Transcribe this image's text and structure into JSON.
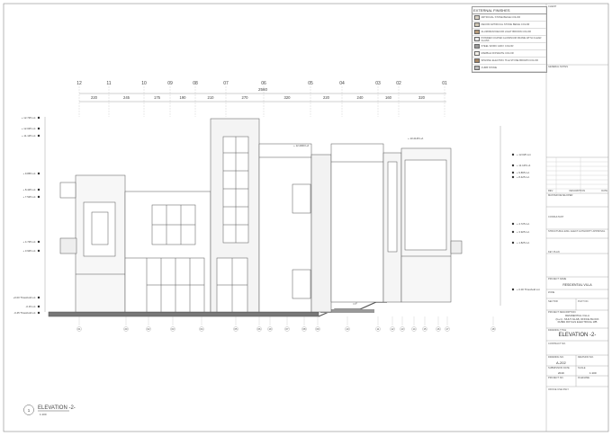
{
  "legend": {
    "title": "EXTERNAL FINISHES",
    "items": [
      {
        "label": "ARTIFICIAL STONE BEIGE COLOR",
        "color": "#d9d2c4"
      },
      {
        "label": "DECOR ARTIFICIAL STONE BEIGE COLOR",
        "color": "#cfc6b3"
      },
      {
        "label": "ALUMINIUM DECOR LIGHT BROWN COLOR",
        "color": "#b59a7a"
      },
      {
        "label": "POWDER COATED ALUMINIUM FRAME WITH CLEAR GLASS",
        "color": "#e8e8e8"
      },
      {
        "label": "STEEL WORK GRAY COLOR",
        "color": "#9a9a9a"
      },
      {
        "label": "MARBLE OFFWHITE COLOR",
        "color": "#f2efe8"
      },
      {
        "label": "SPANISH ELECTRIC TILE STONE BROWN COLOR",
        "color": "#a88866"
      },
      {
        "label": "CURB STONE",
        "color": "#bdbdbd"
      }
    ]
  },
  "title_block": {
    "client_label": "CLIENT",
    "general_notes_label": "GENERAL NOTES",
    "rev_headers": [
      "REV",
      "DESCRIPTION",
      "DATE"
    ],
    "master_plan_label": "MASTER DEVELOPER",
    "consultant_label": "CONSULTANT",
    "structural_label": "STRUCTURAL ENG. ELECT.",
    "approval_label": "AUTHORITY APPROVAL",
    "key_plan_label": "KEY PLAN",
    "project_name_label": "PROJECT NAME",
    "project_name": "RESIDENTIAL VILLA",
    "zone_label": "ZONE",
    "plot_label": "PLOT NO.",
    "sector_label": "SECTOR",
    "project_description_label": "PROJECT DESCRIPTION",
    "project_description": [
      "RESIDENTIAL VILLA",
      "(G+1) - MULTI-SLAB, OFFICE BLOCK",
      "DUBAI ROYALS ELECTRICAL WB"
    ],
    "drawing_title_label": "DRAWING TITLE",
    "drawing_title": "ELEVATION -2-",
    "contract_label": "CONTRACT NO.",
    "drawing_no_label": "DRAWING NO.",
    "drawing_no": "A-202",
    "revision_label": "REVISION NO.",
    "submission_label": "SUBMISSION DATE",
    "scale_label": "SCALE",
    "scale": "1:100",
    "project_no_label": "PROJECT NO.",
    "filename_label": "FILENAME",
    "office_use_label": "OFFICE USE ONLY",
    "date_value": "2019"
  },
  "drawing": {
    "overall_dimension": "2560",
    "grid_top": [
      "12",
      "11",
      "10",
      "09",
      "08",
      "07",
      "06",
      "05",
      "04",
      "03",
      "02",
      "01"
    ],
    "grid_bottom": [
      "01",
      "02",
      "03",
      "04",
      "05",
      "06",
      "07",
      "08",
      "09",
      "10",
      "11",
      "12",
      "13",
      "14",
      "15",
      "16",
      "17",
      "18",
      "19",
      "20"
    ],
    "spans": [
      "220",
      "245",
      "175",
      "190",
      "210",
      "270",
      "320",
      "220",
      "240",
      "160",
      "320"
    ],
    "levels_left": [
      "+ 12.725 Lvl.",
      "+ 12.025 Lvl.",
      "+ 11.125 Lvl.",
      "+ 9.865 Lvl.",
      "+ 8.425 Lvl.",
      "+ 7.525 Lvl.",
      "+ 4.725 Lvl.",
      "+ 3.925 Lvl.",
      "+0.00 Threshold Lvl.",
      "-0.15 Lvl.",
      "-0.45 Threshold Lvl."
    ],
    "levels_right": [
      "+ 12.025 Lvl.",
      "+ 11.125 Lvl.",
      "+ 9.865 Lvl.",
      "+ 8.425 Lvl.",
      "+ 4.725 Lvl.",
      "+ 3.925 Lvl.",
      "+ 1.825 Lvl.",
      "+ 0.00 Threshold Lvl."
    ],
    "parapet_levels": [
      "+ 12.2000 Lvl.",
      "+ 10.2125 Lvl."
    ],
    "title": "ELEVATION -2-",
    "scale": "1:100",
    "number": "1"
  }
}
